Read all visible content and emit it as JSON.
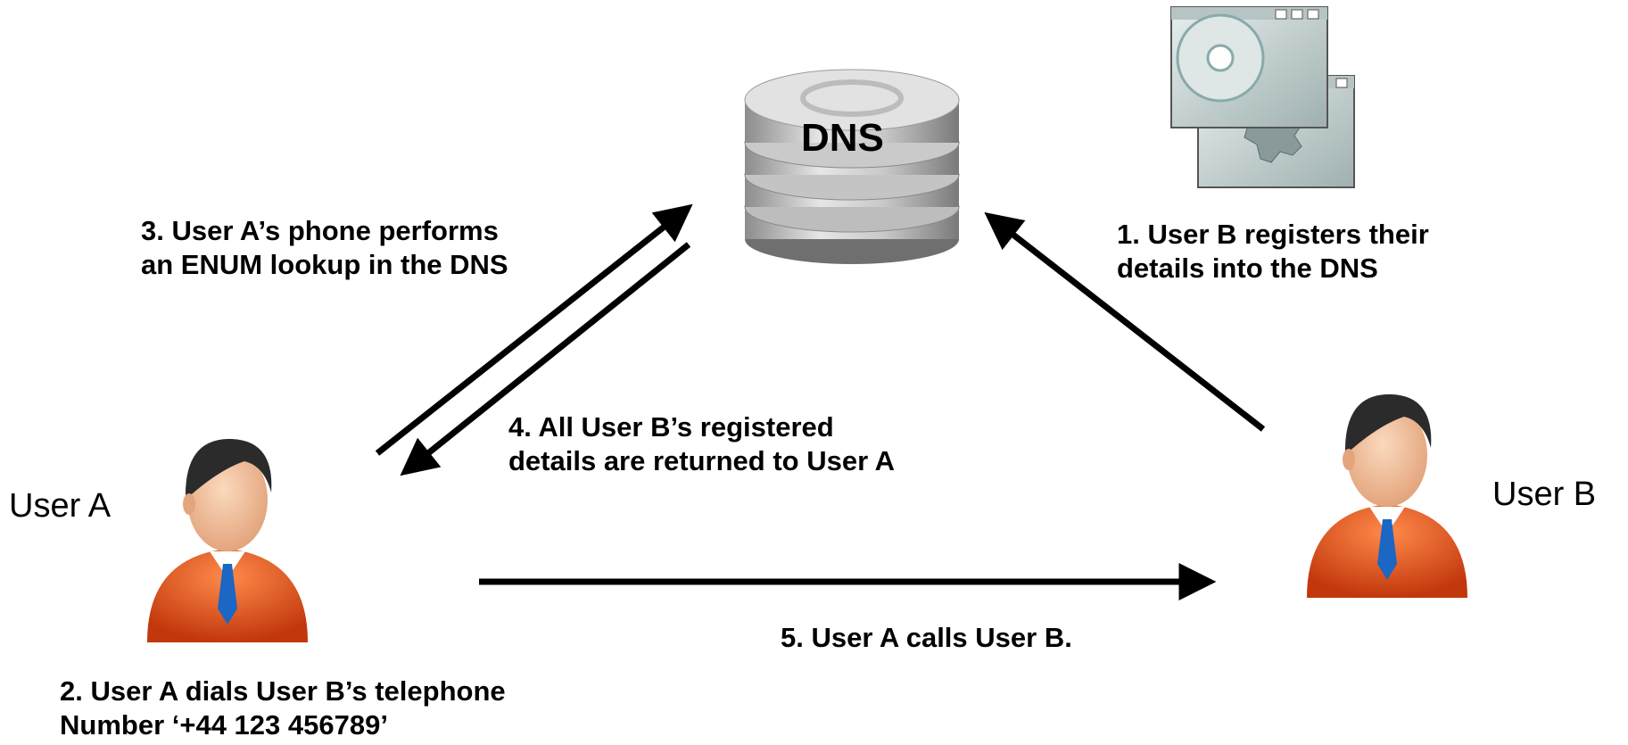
{
  "dns_label": "DNS",
  "user_a_label": "User A",
  "user_b_label": "User B",
  "step1": [
    "1. User B registers their",
    "details into the DNS"
  ],
  "step2": [
    "2. User A dials User B’s telephone",
    "Number ‘+44 123 456789’"
  ],
  "step3": [
    "3. User A’s phone performs",
    "an ENUM lookup in the DNS"
  ],
  "step4": [
    "4. All User B’s registered",
    "details are returned to User A"
  ],
  "step5": "5. User A calls User B.",
  "icons": {
    "dns_server": "database-icon",
    "registration_window": "app-window-icon",
    "user_a": "user-avatar-icon",
    "user_b": "user-avatar-icon"
  },
  "colors": {
    "arrow": "#000000",
    "skin": "#f3c7a3",
    "shirt": "#e8541a",
    "tie": "#1c66c4"
  }
}
